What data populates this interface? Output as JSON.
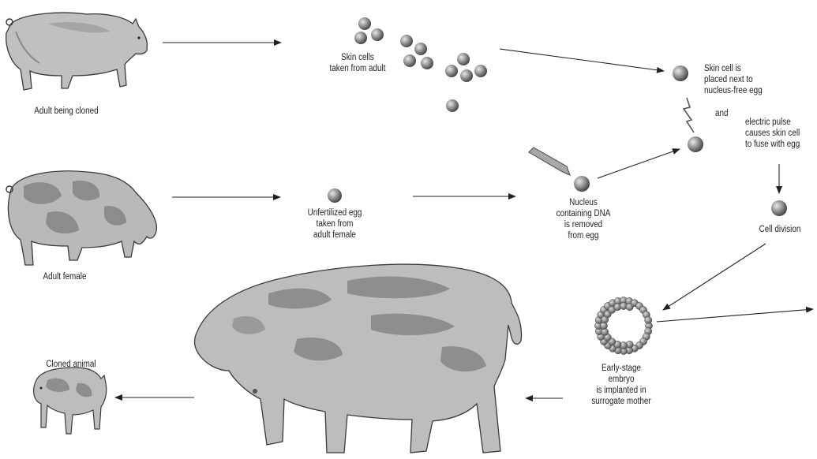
{
  "colors": {
    "animal_light": "#b7b7b7",
    "animal_patch": "#8f8f8f",
    "outline": "#3a3a3a",
    "cell_fill": "#9a9a9a",
    "cell_dark": "#555555",
    "arrow": "#222222"
  },
  "icons": [
    "adult-pig-icon",
    "female-pig-icon",
    "surrogate-pig-icon",
    "cloned-piglet-icon",
    "cell-icon",
    "embryo-icon",
    "pipette-icon",
    "lightning-icon"
  ],
  "labels": {
    "adult_cloned": [
      "Adult being cloned"
    ],
    "adult_female": [
      "Adult female"
    ],
    "skin_cells": [
      "Skin cells",
      "taken from adult"
    ],
    "unfertilized_egg": [
      "Unfertilized egg",
      "taken from",
      "adult female"
    ],
    "nucleus_removed": [
      "Nucleus",
      "containing DNA",
      "is removed",
      "from egg"
    ],
    "skin_cell_placed": [
      "Skin cell is",
      "placed next to",
      "nucleus-free egg"
    ],
    "and": [
      "and"
    ],
    "electric_pulse": [
      "electric pulse",
      "causes skin cell",
      "to fuse with egg"
    ],
    "cell_division": [
      "Cell division"
    ],
    "embryo": [
      "Early-stage",
      "embryo",
      "is implanted in",
      "surrogate mother"
    ],
    "cloned_animal": [
      "Cloned animal"
    ]
  }
}
